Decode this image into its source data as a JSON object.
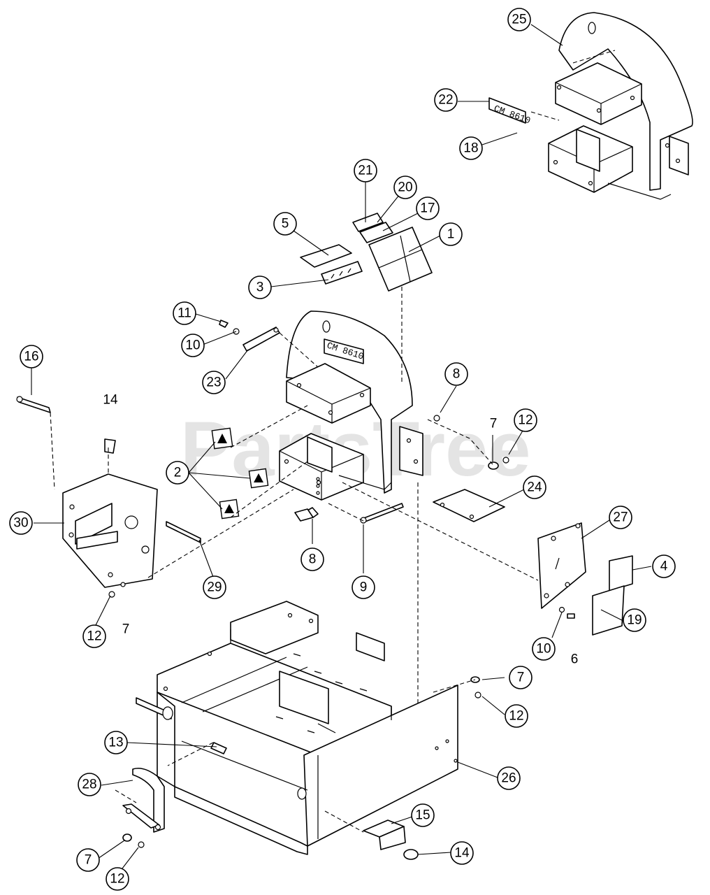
{
  "watermark": "PartsTree",
  "stamps": {
    "upper_housing": "CM 8610",
    "top_housing": "CM 8610"
  },
  "callouts": [
    {
      "id": "c25",
      "label": "25"
    },
    {
      "id": "c22",
      "label": "22"
    },
    {
      "id": "c18",
      "label": "18"
    },
    {
      "id": "c21",
      "label": "21"
    },
    {
      "id": "c20",
      "label": "20"
    },
    {
      "id": "c17",
      "label": "17"
    },
    {
      "id": "c1",
      "label": "1"
    },
    {
      "id": "c5",
      "label": "5"
    },
    {
      "id": "c3",
      "label": "3"
    },
    {
      "id": "c11",
      "label": "11"
    },
    {
      "id": "c10a",
      "label": "10"
    },
    {
      "id": "c23",
      "label": "23"
    },
    {
      "id": "c16",
      "label": "16"
    },
    {
      "id": "c14a",
      "label": "14"
    },
    {
      "id": "c8a",
      "label": "8"
    },
    {
      "id": "c7a",
      "label": "7"
    },
    {
      "id": "c12a",
      "label": "12"
    },
    {
      "id": "c2",
      "label": "2"
    },
    {
      "id": "c24",
      "label": "24"
    },
    {
      "id": "c30",
      "label": "30"
    },
    {
      "id": "c8b",
      "label": "8"
    },
    {
      "id": "c9",
      "label": "9"
    },
    {
      "id": "c29",
      "label": "29"
    },
    {
      "id": "c27",
      "label": "27"
    },
    {
      "id": "c4",
      "label": "4"
    },
    {
      "id": "c19",
      "label": "19"
    },
    {
      "id": "c12b",
      "label": "12"
    },
    {
      "id": "c7b",
      "label": "7"
    },
    {
      "id": "c10b",
      "label": "10"
    },
    {
      "id": "c6",
      "label": "6"
    },
    {
      "id": "c7c",
      "label": "7"
    },
    {
      "id": "c12c",
      "label": "12"
    },
    {
      "id": "c13",
      "label": "13"
    },
    {
      "id": "c26",
      "label": "26"
    },
    {
      "id": "c28",
      "label": "28"
    },
    {
      "id": "c15",
      "label": "15"
    },
    {
      "id": "c14b",
      "label": "14"
    },
    {
      "id": "c7d",
      "label": "7"
    },
    {
      "id": "c12d",
      "label": "12"
    }
  ]
}
